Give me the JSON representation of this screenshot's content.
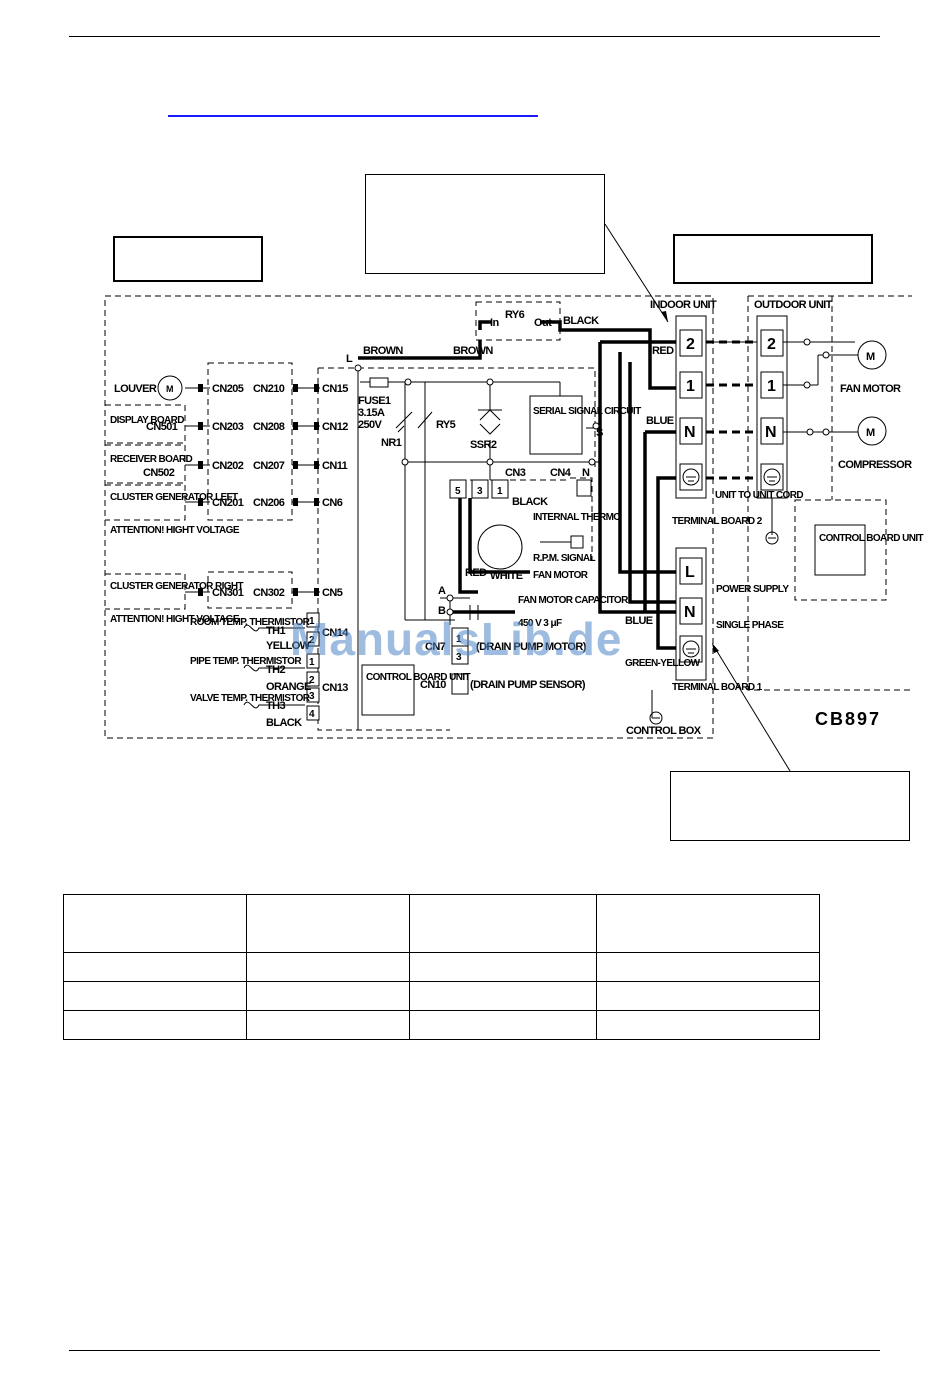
{
  "diagram": {
    "indoor_unit": "INDOOR UNIT",
    "outdoor_unit": "OUTDOOR UNIT",
    "model_code": "CB897",
    "wires": {
      "black": "BLACK",
      "brown": "BROWN",
      "red": "RED",
      "blue": "BLUE",
      "green_yellow": "GREEN-YELLOW",
      "white": "WHITE",
      "yellow": "YELLOW",
      "orange": "ORANGE"
    },
    "left_devices": {
      "louver": "LOUVER",
      "display_board": "DISPLAY BOARD",
      "receiver_board": "RECEIVER BOARD",
      "cluster_left": "CLUSTER GENERATOR LEFT",
      "attention": "ATTENTION! HIGHT VOLTAGE",
      "cluster_right": "CLUSTER GENERATOR RIGHT",
      "room_temp": "ROOM TEMP. THERMISTOR",
      "pipe_temp": "PIPE TEMP. THERMISTOR",
      "valve_temp": "VALVE TEMP. THERMISTOR"
    },
    "connectors": {
      "cn205": "CN205",
      "cn210": "CN210",
      "cn15": "CN15",
      "cn501": "CN501",
      "cn203": "CN203",
      "cn208": "CN208",
      "cn12": "CN12",
      "cn502": "CN502",
      "cn202": "CN202",
      "cn207": "CN207",
      "cn11": "CN11",
      "cn201": "CN201",
      "cn206": "CN206",
      "cn6": "CN6",
      "cn301": "CN301",
      "cn302": "CN302",
      "cn5": "CN5",
      "cn14": "CN14",
      "cn13": "CN13",
      "cn3": "CN3",
      "cn4": "CN4",
      "cn7": "CN7",
      "cn10": "CN10"
    },
    "thermistors": {
      "th1": "TH1",
      "th2": "TH2",
      "th3": "TH3"
    },
    "components": {
      "fuse": "FUSE1",
      "fuse_rating": "3.15A",
      "fuse_voltage": "250V",
      "nr1": "NR1",
      "ry5": "RY5",
      "ry6": "RY6",
      "ssr2": "SSR2",
      "serial_signal": "SERIAL SIGNAL CIRCUIT",
      "internal_thermo": "INTERNAL THERMO",
      "rpm_signal": "R.P.M. SIGNAL",
      "fan_motor_indoor": "FAN MOTOR",
      "capacitor": "FAN MOTOR CAPACITOR",
      "capacitor_rating": "450 V 3 μF",
      "drain_pump_motor": "(DRAIN PUMP MOTOR)",
      "drain_pump_sensor": "(DRAIN PUMP SENSOR)",
      "control_board": "CONTROL BOARD UNIT",
      "control_box": "CONTROL BOX",
      "fan_motor_outdoor": "FAN MOTOR",
      "compressor": "COMPRESSOR",
      "terminal_board_2": "TERMINAL BOARD 2",
      "terminal_board_1": "TERMINAL BOARD 1",
      "unit_to_unit": "UNIT TO UNIT CORD",
      "power_supply": "POWER SUPPLY",
      "single_phase": "SINGLE PHASE",
      "in": "In",
      "out": "Out",
      "m": "M"
    },
    "pins": {
      "l": "L",
      "n": "N",
      "s": "S",
      "a": "A",
      "b": "B",
      "t2": "2",
      "t1": "1",
      "p1": "1",
      "p2": "2",
      "p3": "3",
      "p4": "4",
      "p5": "5"
    }
  },
  "watermark": "ManualsLib.de"
}
